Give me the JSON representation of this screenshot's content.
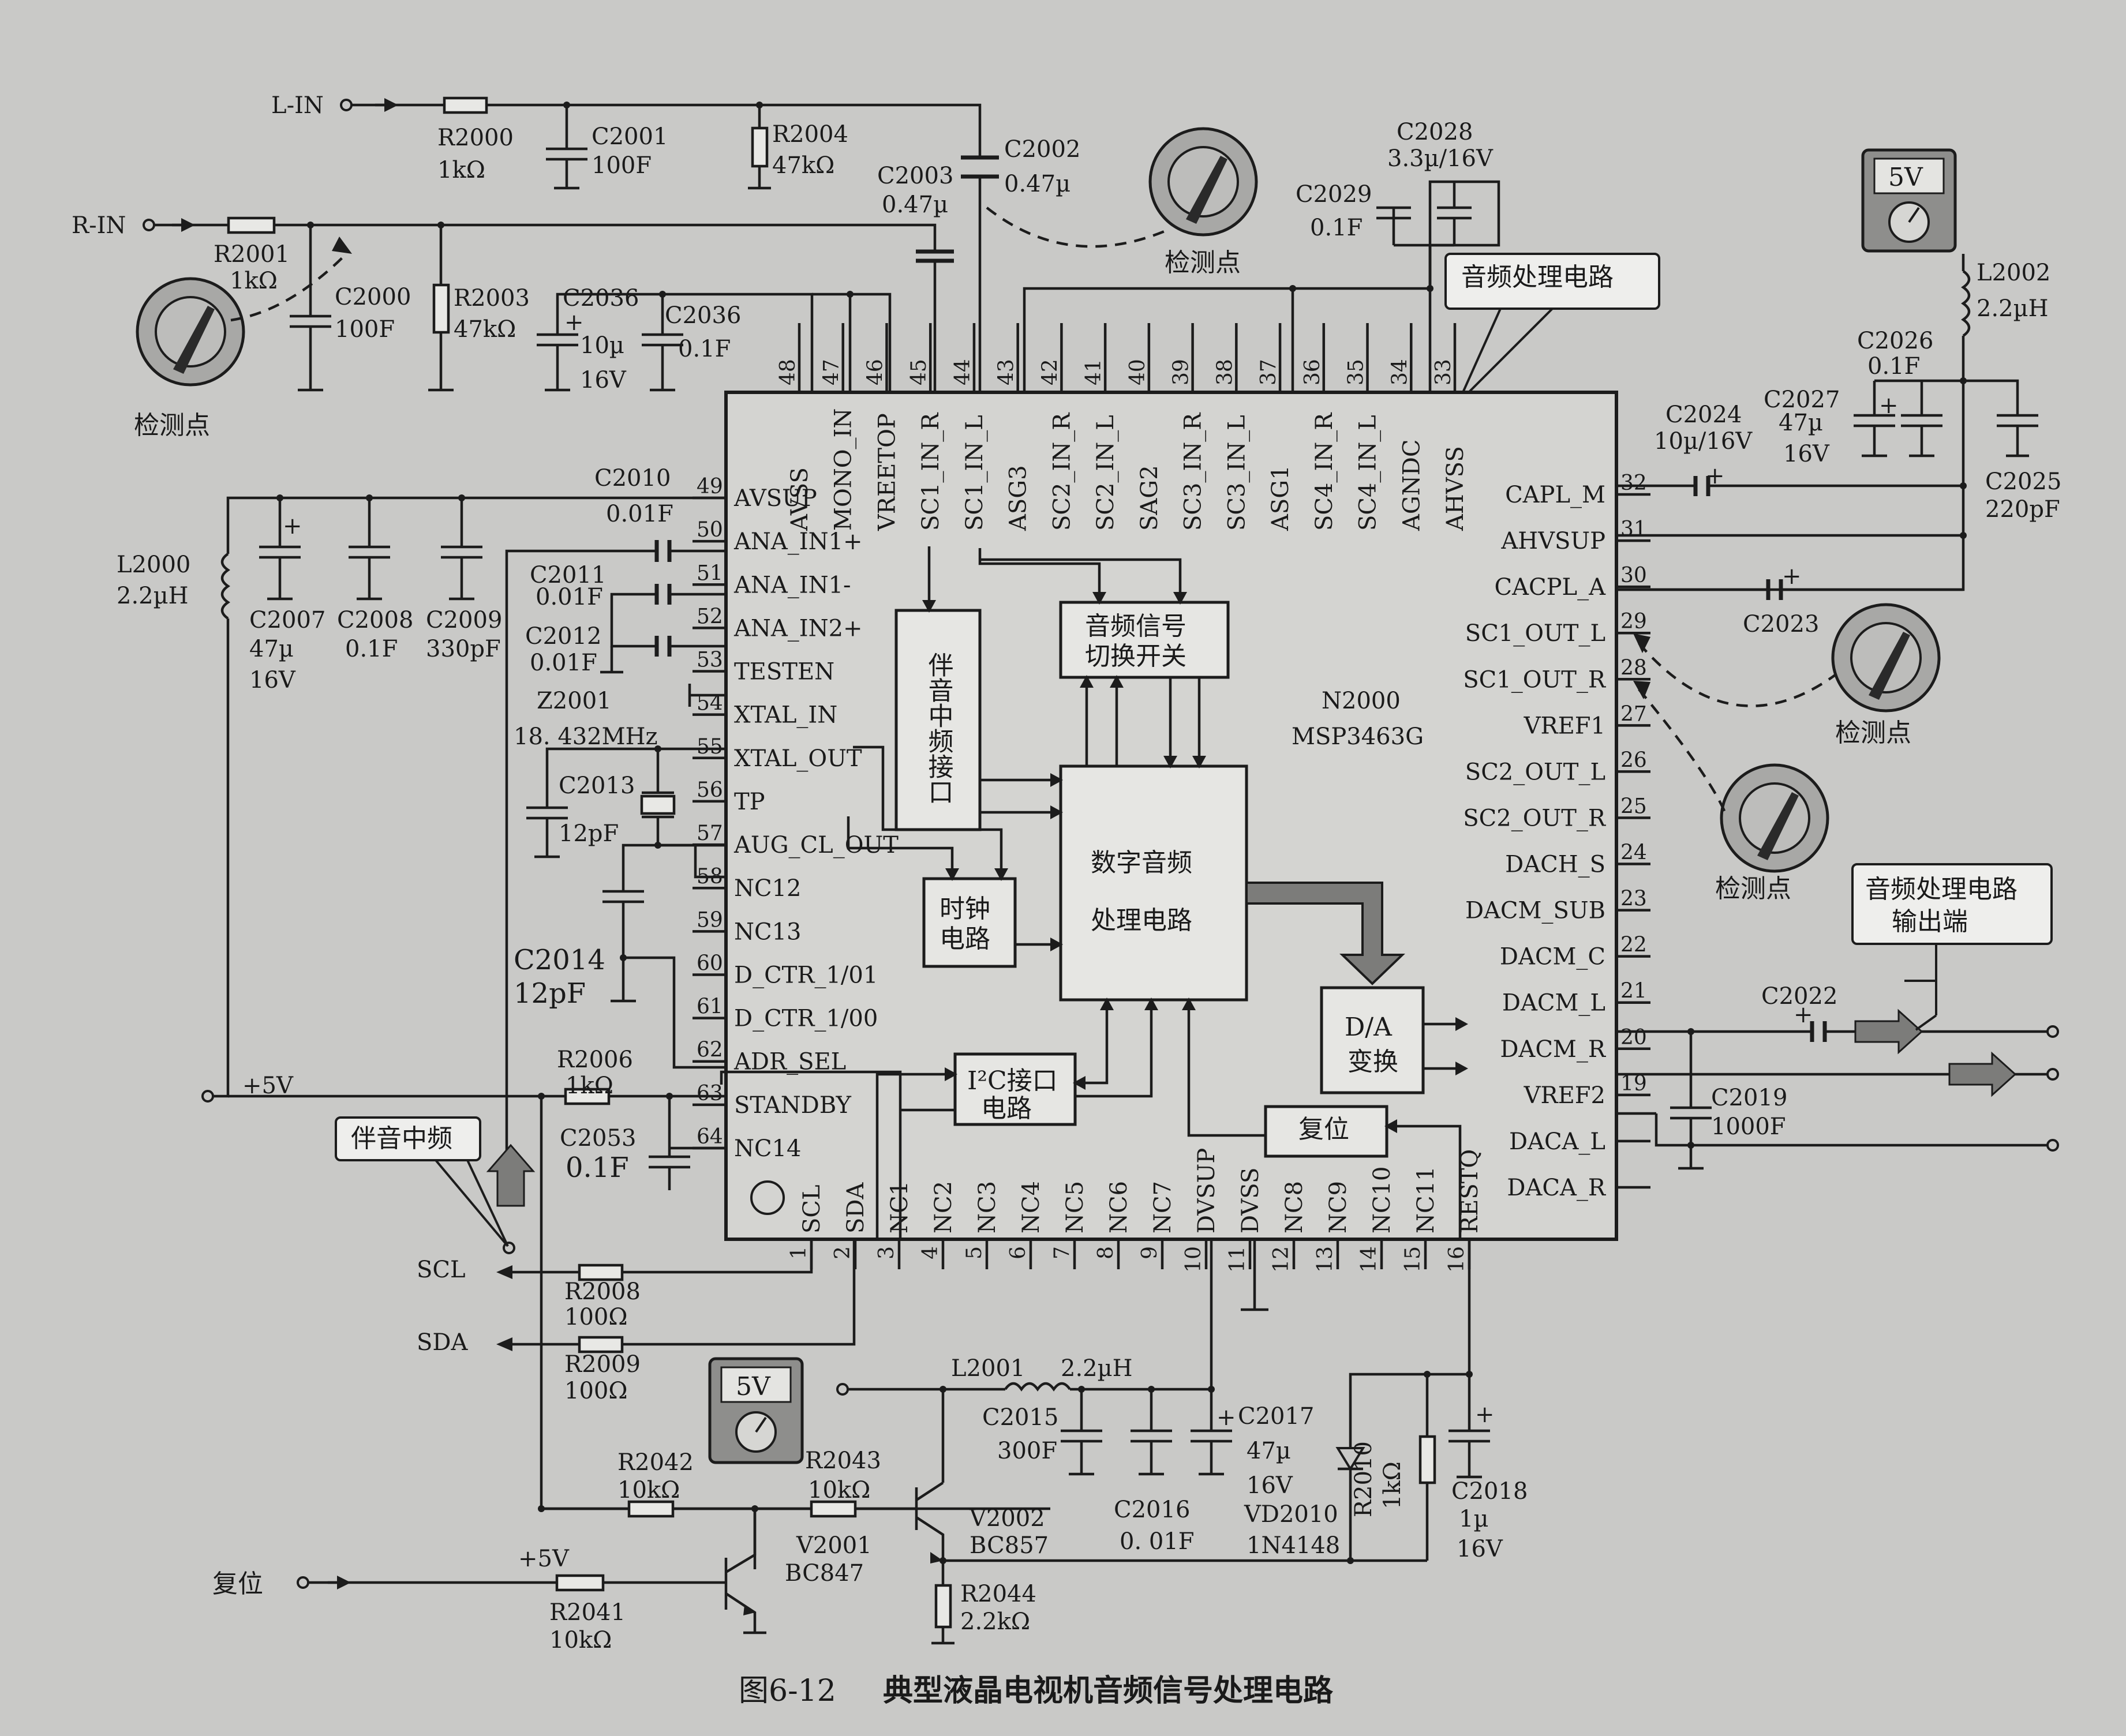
{
  "caption": {
    "figure_no": "图6-12",
    "title": "典型液晶电视机音频信号处理电路"
  },
  "ic": {
    "ref": "N2000",
    "part": "MSP3463G"
  },
  "pins_top": [
    {
      "num": "48",
      "name": "AVSS"
    },
    {
      "num": "47",
      "name": "MONO_IN"
    },
    {
      "num": "46",
      "name": "VREETOP"
    },
    {
      "num": "45",
      "name": "SC1_IN_R"
    },
    {
      "num": "44",
      "name": "SC1_IN_L"
    },
    {
      "num": "43",
      "name": "ASG3"
    },
    {
      "num": "42",
      "name": "SC2_IN_R"
    },
    {
      "num": "41",
      "name": "SC2_IN_L"
    },
    {
      "num": "40",
      "name": "SAG2"
    },
    {
      "num": "39",
      "name": "SC3_IN_R"
    },
    {
      "num": "38",
      "name": "SC3_IN_L"
    },
    {
      "num": "37",
      "name": "ASG1"
    },
    {
      "num": "36",
      "name": "SC4_IN_R"
    },
    {
      "num": "35",
      "name": "SC4_IN_L"
    },
    {
      "num": "34",
      "name": "AGNDC"
    },
    {
      "num": "33",
      "name": "AHVSS"
    }
  ],
  "pins_left": [
    {
      "num": "49",
      "name": "AVSUP"
    },
    {
      "num": "50",
      "name": "ANA_IN1+"
    },
    {
      "num": "51",
      "name": "ANA_IN1-"
    },
    {
      "num": "52",
      "name": "ANA_IN2+"
    },
    {
      "num": "53",
      "name": "TESTEN"
    },
    {
      "num": "54",
      "name": "XTAL_IN"
    },
    {
      "num": "55",
      "name": "XTAL_OUT"
    },
    {
      "num": "56",
      "name": "TP"
    },
    {
      "num": "57",
      "name": "AUG_CL_OUT"
    },
    {
      "num": "58",
      "name": "NC12"
    },
    {
      "num": "59",
      "name": "NC13"
    },
    {
      "num": "60",
      "name": "D_CTR_1/01"
    },
    {
      "num": "61",
      "name": "D_CTR_1/00"
    },
    {
      "num": "62",
      "name": "ADR_SEL"
    },
    {
      "num": "63",
      "name": "STANDBY"
    },
    {
      "num": "64",
      "name": "NC14"
    }
  ],
  "pins_right": [
    {
      "num": "32",
      "name": "CAPL_M"
    },
    {
      "num": "31",
      "name": "AHVSUP"
    },
    {
      "num": "30",
      "name": "CACPL_A"
    },
    {
      "num": "29",
      "name": "SC1_OUT_L"
    },
    {
      "num": "28",
      "name": "SC1_OUT_R"
    },
    {
      "num": "27",
      "name": "VREF1"
    },
    {
      "num": "26",
      "name": "SC2_OUT_L"
    },
    {
      "num": "25",
      "name": "SC2_OUT_R"
    },
    {
      "num": "24",
      "name": "DACH_S"
    },
    {
      "num": "23",
      "name": "DACM_SUB"
    },
    {
      "num": "22",
      "name": "DACM_C"
    },
    {
      "num": "21",
      "name": "DACM_L"
    },
    {
      "num": "20",
      "name": "DACM_R"
    },
    {
      "num": "19",
      "name": "VREF2"
    },
    {
      "num": "",
      "name": "DACA_L"
    },
    {
      "num": "",
      "name": "DACA_R"
    }
  ],
  "pins_bottom": [
    {
      "num": "1",
      "name": "SCL"
    },
    {
      "num": "2",
      "name": "SDA"
    },
    {
      "num": "3",
      "name": "NC1"
    },
    {
      "num": "4",
      "name": "NC2"
    },
    {
      "num": "5",
      "name": "NC3"
    },
    {
      "num": "6",
      "name": "NC4"
    },
    {
      "num": "7",
      "name": "NC5"
    },
    {
      "num": "8",
      "name": "NC6"
    },
    {
      "num": "9",
      "name": "NC7"
    },
    {
      "num": "10",
      "name": "DVSUP"
    },
    {
      "num": "11",
      "name": "DVSS"
    },
    {
      "num": "12",
      "name": "NC8"
    },
    {
      "num": "13",
      "name": "NC9"
    },
    {
      "num": "14",
      "name": "NC10"
    },
    {
      "num": "15",
      "name": "NC11"
    },
    {
      "num": "16",
      "name": "RESTQ"
    }
  ],
  "blocks": {
    "if_interface": "伴音中频接口",
    "audio_switch": [
      "音频信号",
      "切换开关"
    ],
    "dsp": [
      "数字音频",
      "处理电路"
    ],
    "clock": [
      "时钟",
      "电路"
    ],
    "i2c": [
      "I²C接口",
      "电路"
    ],
    "dac": [
      "D/A",
      "变换"
    ],
    "reset": "复位"
  },
  "callouts": {
    "audio_proc": "音频处理电路",
    "audio_out": [
      "音频处理电路",
      "输出端"
    ],
    "if_label": "伴音中频"
  },
  "probe_label": "检测点",
  "meter_label": "5V",
  "nets": {
    "l_in": "L-IN",
    "r_in": "R-IN",
    "plus5v": "+5V",
    "scl": "SCL",
    "sda": "SDA",
    "reset": "复位"
  },
  "components": {
    "r2000": [
      "R2000",
      "1kΩ"
    ],
    "c2001": [
      "C2001",
      "100F"
    ],
    "r2004": [
      "R2004",
      "47kΩ"
    ],
    "c2002": [
      "C2002",
      "0.47µ"
    ],
    "c2003": [
      "C2003",
      "0.47µ"
    ],
    "c2028": [
      "C2028",
      "3.3µ/16V"
    ],
    "c2029": [
      "C2029",
      "0.1F"
    ],
    "r2001": [
      "R2001",
      "1kΩ"
    ],
    "c2000": [
      "C2000",
      "100F"
    ],
    "r2003": [
      "R2003",
      "47kΩ"
    ],
    "c2036a": [
      "C2036",
      "10µ",
      "16V"
    ],
    "c2036b": [
      "C2036",
      "0.1F"
    ],
    "l2002": [
      "L2002",
      "2.2µH"
    ],
    "c2026": [
      "C2026",
      "0.1F"
    ],
    "c2027": [
      "C2027",
      "47µ",
      "16V"
    ],
    "c2024": [
      "C2024",
      "10µ/16V"
    ],
    "c2025": [
      "C2025",
      "220pF"
    ],
    "c2023": "C2023",
    "c2010": [
      "C2010",
      "0.01F"
    ],
    "l2000": [
      "L2000",
      "2.2µH"
    ],
    "c2007": [
      "C2007",
      "47µ",
      "16V"
    ],
    "c2008": [
      "C2008",
      "0.1F"
    ],
    "c2009": [
      "C2009",
      "330pF"
    ],
    "c2011": [
      "C2011",
      "0.01F"
    ],
    "c2012": [
      "C2012",
      "0.01F"
    ],
    "z2001": [
      "Z2001",
      "18. 432MHz"
    ],
    "c2013": [
      "C2013",
      "12pF"
    ],
    "c2014": [
      "C2014",
      "12pF"
    ],
    "r2006": [
      "R2006",
      "1kΩ"
    ],
    "c2053": [
      "C2053",
      "0.1F"
    ],
    "c2022": "C2022",
    "c2019": [
      "C2019",
      "1000F"
    ],
    "r2008": [
      "R2008",
      "100Ω"
    ],
    "r2009": [
      "R2009",
      "100Ω"
    ],
    "l2001": [
      "L2001",
      "2.2µH"
    ],
    "c2015": [
      "C2015",
      "300F"
    ],
    "c2016": [
      "C2016",
      "0. 01F"
    ],
    "c2017": [
      "C2017",
      "47µ",
      "16V"
    ],
    "vd2010": [
      "VD2010",
      "1N4148"
    ],
    "r2010": [
      "R2010",
      "1kΩ"
    ],
    "c2018": [
      "C2018",
      "1µ",
      "16V"
    ],
    "r2042": [
      "R2042",
      "10kΩ"
    ],
    "r2043": [
      "R2043",
      "10kΩ"
    ],
    "v2001": [
      "V2001",
      "BC847"
    ],
    "v2002": [
      "V2002",
      "BC857"
    ],
    "r2044": [
      "R2044",
      "2.2kΩ"
    ],
    "r2041": [
      "R2041",
      "10kΩ"
    ]
  }
}
